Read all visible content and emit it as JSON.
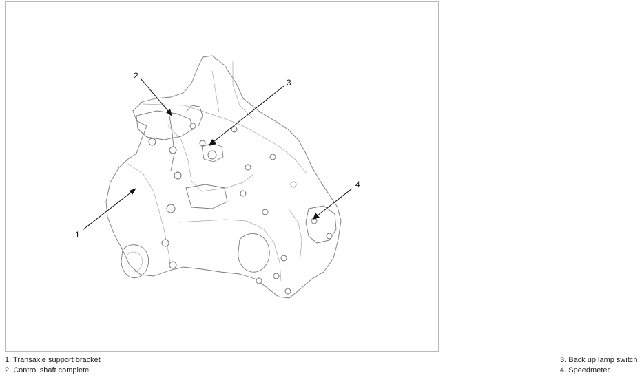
{
  "callouts": [
    {
      "number": "1",
      "label": "1. Transaxle support bracket"
    },
    {
      "number": "2",
      "label": "2. Control shaft complete"
    },
    {
      "number": "3",
      "label": "3. Back up lamp switch"
    },
    {
      "number": "4",
      "label": "4. Speedmeter"
    }
  ]
}
